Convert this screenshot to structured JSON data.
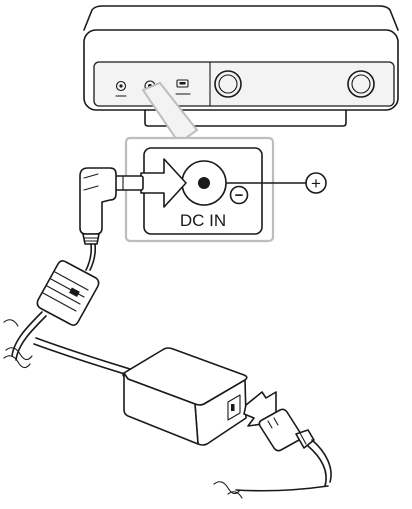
{
  "callout": {
    "label": "DC IN",
    "positive_symbol": "+",
    "negative_symbol": "−"
  },
  "colors": {
    "line": "#1a1a1a",
    "callout_frame": "#bdbdbd",
    "panel_fill": "#f3f3f3",
    "background": "#ffffff"
  },
  "icons": [
    "speaker-device",
    "dc-plug",
    "ferrite-core",
    "power-adapter",
    "ac-power-cord",
    "insertion-arrow"
  ]
}
